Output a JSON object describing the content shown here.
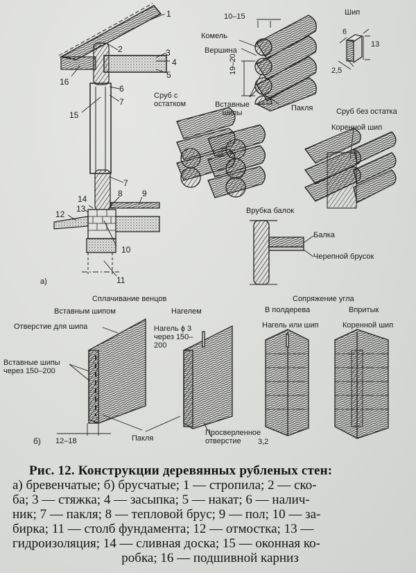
{
  "figure": {
    "section_a_marker": "а)",
    "section_b_marker": "б)",
    "callouts_a": [
      "1",
      "2",
      "3",
      "4",
      "5",
      "6",
      "7",
      "15",
      "16",
      "7",
      "8",
      "9",
      "10",
      "11",
      "12",
      "13",
      "14"
    ],
    "log_wall": {
      "dim_top": "10–15",
      "dim_side": "19–20",
      "butt_end": "Комель",
      "top_end": "Вершина",
      "inserted_tenons": "Вставные шипы",
      "tow": "Пакля"
    },
    "tenon": {
      "title": "Шип",
      "dim_width": "6",
      "dim_height": "13",
      "dim_depth": "2,5"
    },
    "corner_with_remainder": "Сруб с остатком",
    "corner_without_remainder": "Сруб без остатка",
    "root_tenon": "Коренной шип",
    "beam_notch": {
      "title": "Врубка балок",
      "beam": "Балка",
      "skull_bar": "Черепной брусок"
    },
    "crown_joining": {
      "title": "Сплачивание венцов",
      "by_inserted_tenon": "Вставным шипом",
      "by_dowel": "Нагелем",
      "tenon_hole": "Отверстие для шипа",
      "inserted_tenons_spacing": "Вставные шипы через 150–200",
      "dowel_spec": "Нагель ϕ 3 через 150–200",
      "drilled_hole": "Просверленное отверстие",
      "drilled_hole_dim": "3,2",
      "tow": "Пакля",
      "gap_dim": "12–18"
    },
    "corner_joining": {
      "title": "Сопряжение угла",
      "half_timber": "В полдерева",
      "butt": "Впритык",
      "dowel_or_tenon": "Нагель или шип",
      "root_tenon": "Коренной шип"
    }
  },
  "caption": {
    "title": "Рис. 12. Конструкции деревянных рубленых стен:",
    "lines": [
      "а) бревенчатые; б) брусчатые; 1 — стропила; 2 — ско-",
      "ба; 3 — стяжка; 4 — засыпка; 5 — накат; 6 — налич-",
      "ник; 7 — пакля; 8 — тепловой брус; 9 — пол; 10 — за-",
      "бирка; 11 — столб фундамента; 12 — отмостка; 13 —",
      "гидроизоляция; 14 — сливная доска; 15 — оконная ко-",
      "робка; 16 — подшивной карниз"
    ]
  }
}
